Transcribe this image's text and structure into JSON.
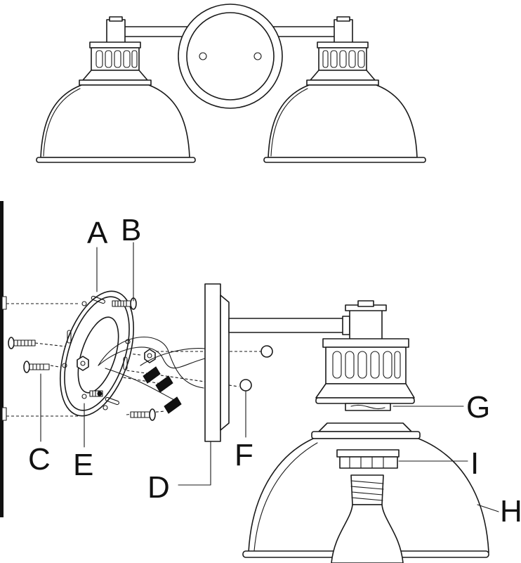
{
  "figure": {
    "colors": {
      "line": "#1a1a1a",
      "background": "#ffffff"
    },
    "labels": {
      "a": "A",
      "b": "B",
      "c": "C",
      "d": "D",
      "e": "E",
      "f": "F",
      "g": "G",
      "h": "H",
      "i": "I"
    }
  }
}
